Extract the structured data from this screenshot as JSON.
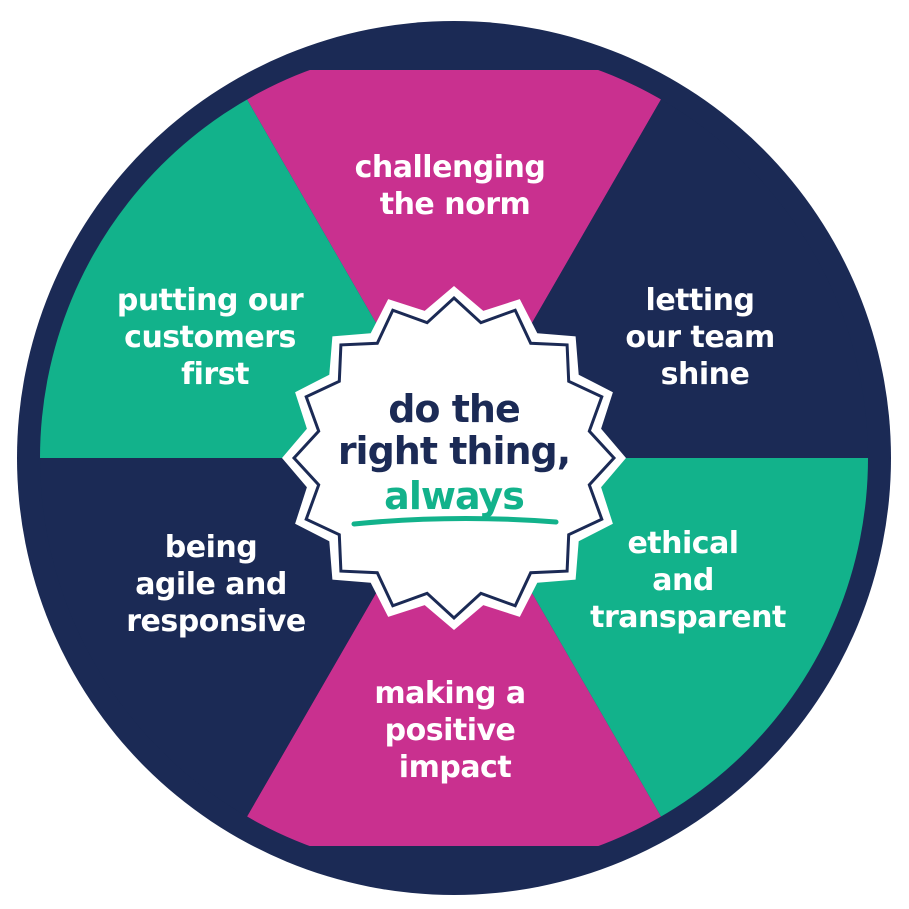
{
  "colors": {
    "navy": "#1b2a55",
    "magenta": "#c9308f",
    "green": "#12b28b",
    "white": "#ffffff"
  },
  "center": {
    "line1": "do the",
    "line2": "right thing,",
    "line3": "always"
  },
  "segments": [
    {
      "id": "top",
      "color": "magenta",
      "lines": [
        "challenging",
        "the norm"
      ]
    },
    {
      "id": "upper-right",
      "color": "navy",
      "lines": [
        "letting",
        "our team",
        "shine"
      ]
    },
    {
      "id": "lower-right",
      "color": "green",
      "lines": [
        "ethical",
        "and",
        "transparent"
      ]
    },
    {
      "id": "bottom",
      "color": "magenta",
      "lines": [
        "making a",
        "positive",
        "impact"
      ]
    },
    {
      "id": "lower-left",
      "color": "navy",
      "lines": [
        "being",
        "agile and",
        "responsive"
      ]
    },
    {
      "id": "upper-left",
      "color": "green",
      "lines": [
        "putting our",
        "customers",
        "first"
      ]
    }
  ]
}
